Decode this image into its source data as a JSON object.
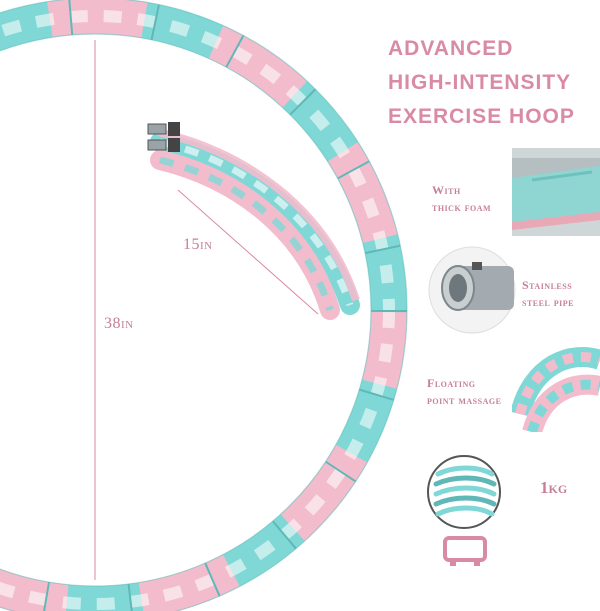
{
  "product": {
    "title_lines": [
      "ADVANCED",
      "HIGH-INTENSITY",
      "EXERCISE HOOP"
    ]
  },
  "dimensions": {
    "diameter": "38in",
    "segment_length": "15in"
  },
  "features": [
    {
      "icon": "thick-foam-icon",
      "line1": "With",
      "line2": "thick foam"
    },
    {
      "icon": "steel-pipe-icon",
      "line1": "Stainless",
      "line2": "steel pipe"
    },
    {
      "icon": "massage-point-icon",
      "line1": "Floating",
      "line2": "point massage"
    }
  ],
  "weight": {
    "icon": "scale-icon",
    "label": "1kg"
  },
  "colors": {
    "accent": "#d98aa6",
    "teal": "#7fd8d6",
    "pink": "#f2bccd"
  }
}
